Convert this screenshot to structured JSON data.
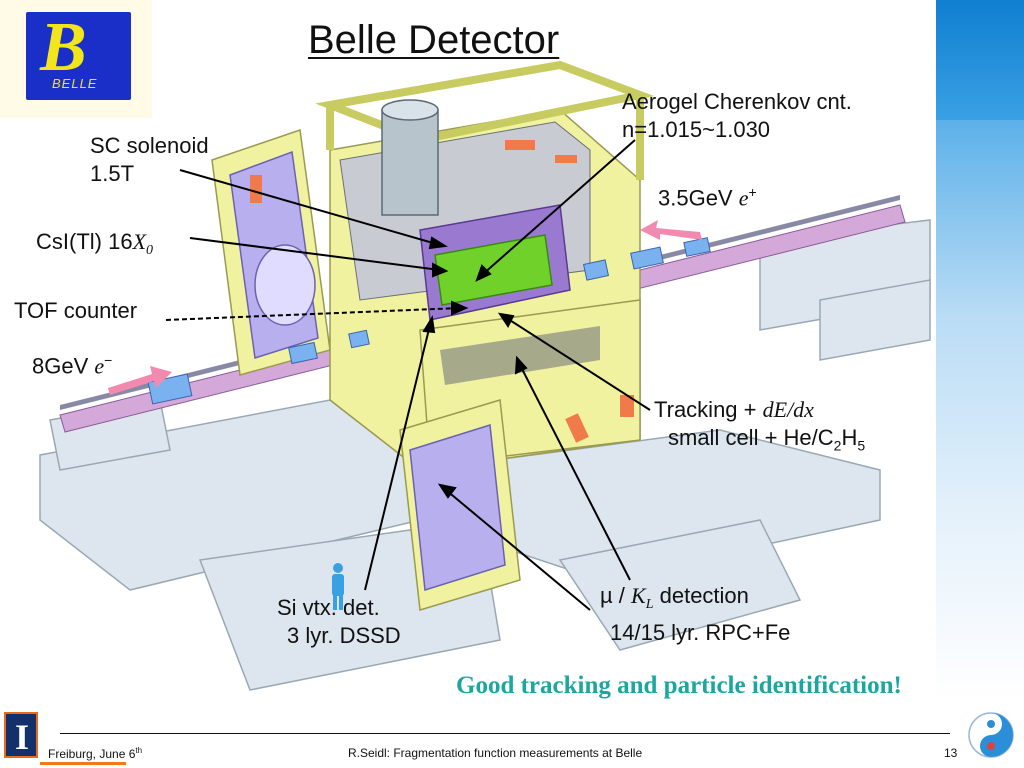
{
  "title": "Belle Detector",
  "logo": {
    "text": "BELLE"
  },
  "labels": {
    "sc_solenoid": "SC solenoid",
    "sc_field": "1.5T",
    "csi": "CsI(Tl) 16",
    "csi_sym": "X",
    "csi_sub": "0",
    "tof": "TOF counter",
    "beam_e_minus": "8GeV",
    "beam_e_minus_sym": "e",
    "beam_e_minus_sup": "−",
    "aerogel": "Aerogel Cherenkov cnt.",
    "aerogel_n": "n=1.015~1.030",
    "beam_e_plus": "3.5GeV",
    "beam_e_plus_sym": "e",
    "beam_e_plus_sup": "+",
    "tracking_pre": "Tracking + ",
    "tracking_dedx": "dE/dx",
    "tracking_cell_pre": "small cell + He/C",
    "tracking_cell_sub1": "2",
    "tracking_cell_mid": "H",
    "tracking_cell_sub2": "5",
    "mu_kl_pre": "µ / ",
    "mu_kl_k": "K",
    "mu_kl_sub": "L",
    "mu_kl_post": " detection",
    "rpc": "14/15 lyr. RPC+Fe",
    "si_vtx": "Si vtx. det.",
    "dssd": "3 lyr. DSSD"
  },
  "tagline": "Good tracking and particle identification!",
  "footer": {
    "left_prefix": "Freiburg, June 6",
    "left_sup": "th",
    "center": "R.Seidl: Fragmentation function measurements at Belle",
    "page": "13"
  },
  "colors": {
    "yellow_frame": "#f0f2a0",
    "purple_endcap": "#b8b0ee",
    "beam_pipe": "#d4a8d8",
    "green_tracker": "#6fd12a",
    "support_grey": "#dde6ee",
    "tagline": "#1aa7a0"
  }
}
